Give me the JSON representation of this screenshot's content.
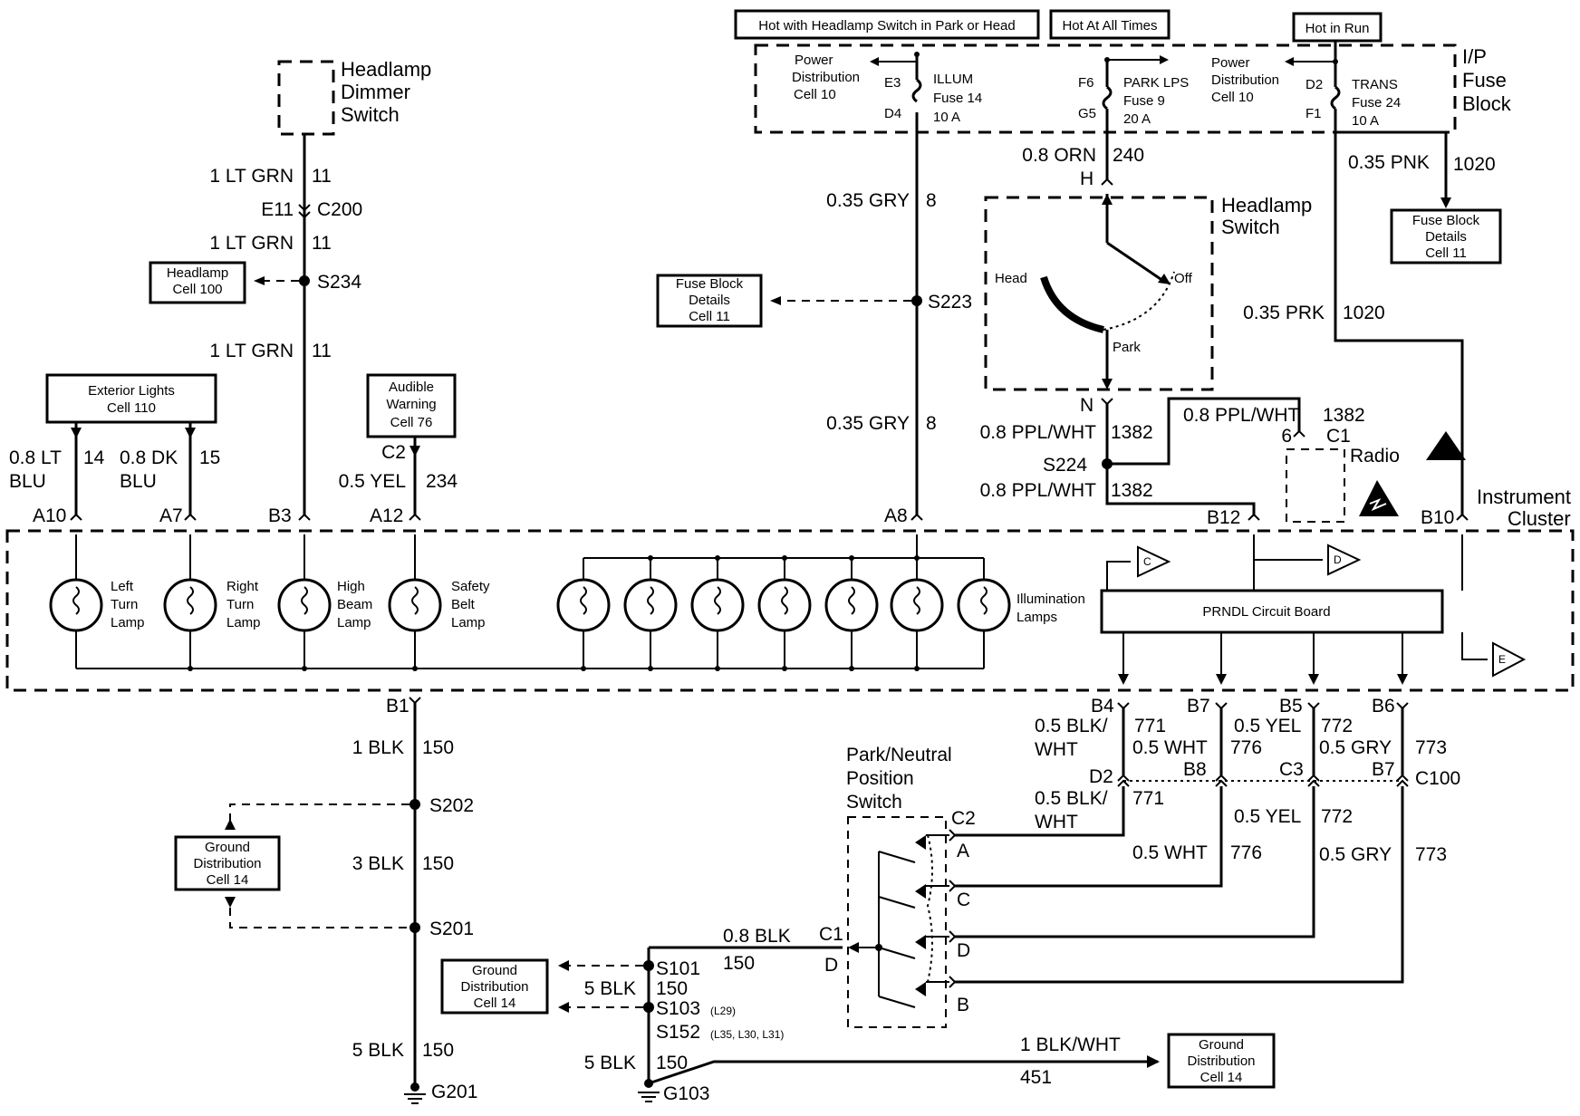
{
  "top_boxes": {
    "hot_park_head": "Hot with Headlamp Switch in Park or Head",
    "hot_all_times": "Hot At All Times",
    "hot_in_run": "Hot in Run"
  },
  "fuse_block": {
    "title_1": "I/P",
    "title_2": "Fuse",
    "title_3": "Block",
    "power_dist": [
      "Power",
      "Distribution",
      "Cell 10"
    ],
    "illum": {
      "name": "ILLUM",
      "fuse": "Fuse 14",
      "amps": "10 A",
      "pin_in": "E3",
      "pin_out": "D4"
    },
    "park": {
      "name": "PARK LPS",
      "fuse": "Fuse 9",
      "amps": "20 A",
      "pin_in": "F6",
      "pin_out": "G5"
    },
    "trans": {
      "name": "TRANS",
      "fuse": "Fuse 24",
      "amps": "10 A",
      "pin_in": "D2",
      "pin_out": "F1"
    }
  },
  "headlamp_dimmer": {
    "line1": "Headlamp",
    "line2": "Dimmer",
    "line3": "Switch"
  },
  "headlamp_switch": {
    "line1": "Headlamp",
    "line2": "Switch",
    "head": "Head",
    "off": "Off",
    "park": "Park",
    "pin_h": "H",
    "pin_n": "N"
  },
  "radio": {
    "label": "Radio",
    "pin": "6",
    "conn": "C1"
  },
  "instrument_cluster": {
    "line1": "Instrument",
    "line2": "Cluster"
  },
  "refs": {
    "headlamp_cell": [
      "Headlamp",
      "Cell 100"
    ],
    "fuse_block_details_left": [
      "Fuse Block",
      "Details",
      "Cell 11"
    ],
    "fuse_block_details_right": [
      "Fuse Block",
      "Details",
      "Cell 11"
    ],
    "exterior_lights": [
      "Exterior Lights",
      "Cell 110"
    ],
    "audible_warning": [
      "Audible",
      "Warning",
      "Cell 76"
    ],
    "ground_dist_left": [
      "Ground",
      "Distribution",
      "Cell 14"
    ],
    "ground_dist_mid": [
      "Ground",
      "Distribution",
      "Cell 14"
    ],
    "ground_dist_right": [
      "Ground",
      "Distribution",
      "Cell 14"
    ]
  },
  "wires": {
    "ltgrn_top": {
      "gauge": "1 LT GRN",
      "circuit": "11"
    },
    "c200": {
      "pin": "E11",
      "conn": "C200"
    },
    "ltgrn_mid": {
      "gauge": "1 LT GRN",
      "circuit": "11"
    },
    "s234": "S234",
    "ltgrn_low": {
      "gauge": "1 LT GRN",
      "circuit": "11"
    },
    "ltblu": {
      "gauge_1": "0.8 LT",
      "gauge_2": "BLU",
      "circuit": "14"
    },
    "dkblu": {
      "gauge_1": "0.8 DK",
      "gauge_2": "BLU",
      "circuit": "15"
    },
    "yel234": {
      "gauge": "0.5 YEL",
      "circuit": "234",
      "conn": "C2"
    },
    "orn240": {
      "gauge": "0.8 ORN",
      "circuit": "240"
    },
    "gry8_top": {
      "gauge": "0.35 GRY",
      "circuit": "8"
    },
    "s223": "S223",
    "gry8_low": {
      "gauge": "0.35 GRY",
      "circuit": "8"
    },
    "pnk1020": {
      "gauge": "0.35 PNK",
      "circuit": "1020"
    },
    "prk1020": {
      "gauge": "0.35 PRK",
      "circuit": "1020"
    },
    "ppl_a": {
      "gauge": "0.8 PPL/WHT",
      "circuit": "1382"
    },
    "ppl_b": {
      "gauge": "0.8 PPL/WHT",
      "circuit": "1382"
    },
    "ppl_c": {
      "gauge": "0.8 PPL/WHT",
      "circuit": "1382"
    },
    "s224": "S224",
    "blk150_a": {
      "gauge": "1 BLK",
      "circuit": "150"
    },
    "s202": "S202",
    "blk150_b": {
      "gauge": "3 BLK",
      "circuit": "150"
    },
    "s201": "S201",
    "blk150_c": {
      "gauge": "5 BLK",
      "circuit": "150"
    },
    "g201": "G201",
    "blkwht771": {
      "gauge_1": "0.5 BLK/",
      "gauge_2": "WHT",
      "circuit": "771"
    },
    "wht776": {
      "gauge": "0.5 WHT",
      "circuit": "776"
    },
    "yel772": {
      "gauge": "0.5 YEL",
      "circuit": "772"
    },
    "gry773": {
      "gauge": "0.5 GRY",
      "circuit": "773"
    },
    "blkwht771b": {
      "gauge_1": "0.5 BLK/",
      "gauge_2": "WHT",
      "circuit": "771"
    },
    "yel772b": {
      "gauge": "0.5 YEL",
      "circuit": "772"
    },
    "wht776b": {
      "gauge": "0.5 WHT",
      "circuit": "776"
    },
    "gry773b": {
      "gauge": "0.5 GRY",
      "circuit": "773"
    },
    "c100": "C100",
    "blk150_sw": {
      "gauge": "0.8 BLK",
      "circuit": "150"
    },
    "s101": "S101",
    "blk150_s": {
      "gauge": "5 BLK",
      "circuit": "150"
    },
    "s103": "S103",
    "s103_opt": "(L29)",
    "s152": "S152",
    "s152_opt": "(L35, L30, L31)",
    "blk150_g": {
      "gauge": "5 BLK",
      "circuit": "150"
    },
    "g103": "G103",
    "blkwht451": {
      "gauge": "1 BLK/WHT",
      "circuit": "451"
    }
  },
  "pins": {
    "a10": "A10",
    "a7": "A7",
    "b3": "B3",
    "a12": "A12",
    "a8": "A8",
    "b12": "B12",
    "b10": "B10",
    "b1": "B1",
    "b4": "B4",
    "b7": "B7",
    "b5": "B5",
    "b6": "B6",
    "d2": "D2",
    "b8": "B8",
    "c3": "C3",
    "b7b": "B7"
  },
  "lamps": {
    "left_turn": [
      "Left",
      "Turn",
      "Lamp"
    ],
    "right_turn": [
      "Right",
      "Turn",
      "Lamp"
    ],
    "high_beam": [
      "High",
      "Beam",
      "Lamp"
    ],
    "safety_belt": [
      "Safety",
      "Belt",
      "Lamp"
    ],
    "illumination": [
      "Illumination",
      "Lamps"
    ]
  },
  "prndl": "PRNDL Circuit Board",
  "offpage": {
    "c": "C",
    "d": "D",
    "e": "E"
  },
  "pn_switch": {
    "title": [
      "Park/Neutral",
      "Position",
      "Switch"
    ],
    "conn_top": "C2",
    "conn_side": "C1",
    "pin_d_side": "D",
    "pins": [
      "A",
      "C",
      "D",
      "B"
    ]
  }
}
